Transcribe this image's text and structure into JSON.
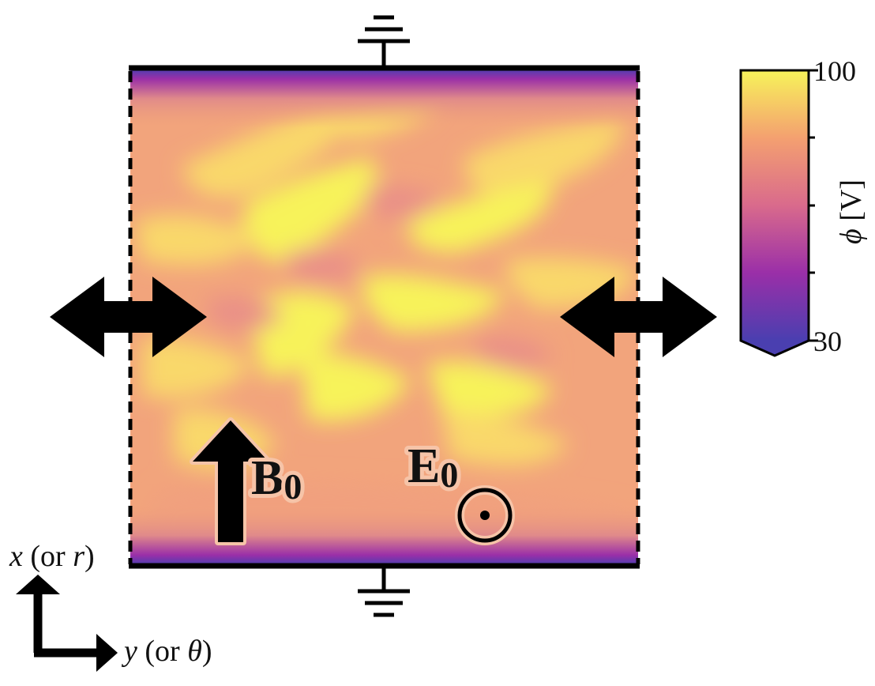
{
  "field": {
    "b_label": "B",
    "b_sub": "0",
    "e_label": "E",
    "e_sub": "0"
  },
  "axes": {
    "vertical_var": "x",
    "vertical_alt_pre": " (or ",
    "vertical_alt_var": "r",
    "vertical_alt_post": ")",
    "horizontal_var": "y",
    "horizontal_alt_pre": " (or ",
    "horizontal_alt_var": "θ",
    "horizontal_alt_post": ")"
  },
  "colorbar": {
    "label_symbol": "ϕ",
    "label_unit": " [V]",
    "min_label": "30",
    "max_label": "100",
    "min": 30,
    "max": 100,
    "colormap": "plasma"
  },
  "colors": {
    "low": "#4a3fb0",
    "mid_low": "#9a2fa8",
    "mid": "#e07a86",
    "mid_high": "#f4a070",
    "high": "#f7f35a"
  },
  "boundaries": {
    "top": "grounded",
    "bottom": "grounded",
    "left": "periodic",
    "right": "periodic"
  }
}
